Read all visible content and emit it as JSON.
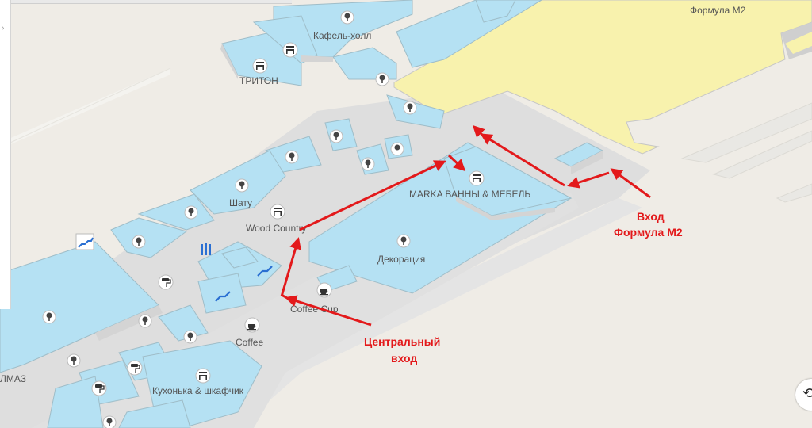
{
  "stores": {
    "formula": "Формула М2",
    "kafel": "Кафель-холл",
    "triton": "ТРИТОН",
    "shatu": "Шату",
    "wood": "Wood Country",
    "marka": "MARKA ВАННЫ & МЕБЕЛЬ",
    "dekor": "Декорация",
    "coffeecup": "Coffee Cup",
    "coffee": "Coffee",
    "almaz": "ЛМАЗ",
    "kuhonka": "Кухонька & шкафчик"
  },
  "annotations": {
    "entrance_m2_line1": "Вход",
    "entrance_m2_line2": "Формула М2",
    "central_line1": "Центральный",
    "central_line2": "вход"
  },
  "icons": [
    "pin-icon",
    "furniture-icon",
    "cafe-icon",
    "paint-roller-icon",
    "escalator-icon",
    "elevator-icon",
    "stairs-icon",
    "compass-icon"
  ],
  "colors": {
    "store_fill": "#b5e1f3",
    "highlight_fill": "#f8f2ad",
    "corridor": "#dedede",
    "route": "#e3191b",
    "ground": "#efece6"
  }
}
